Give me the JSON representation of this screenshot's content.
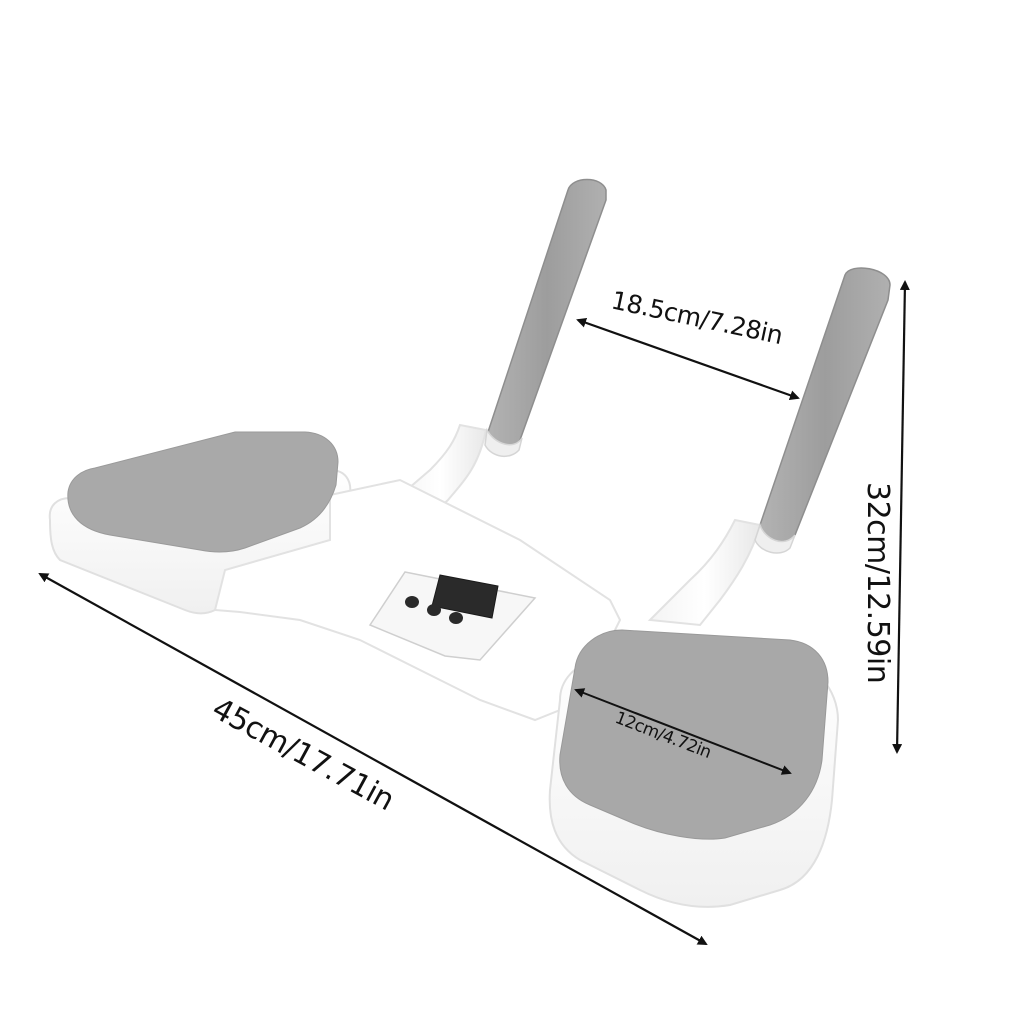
{
  "dimensions": {
    "length": "45cm/17.71in",
    "height": "32cm/12.59in",
    "handle_gap": "18.5cm/7.28in",
    "pad_width": "12cm/4.72in"
  },
  "control_panel": {
    "button_count": 3
  },
  "colors": {
    "body": "#ffffff",
    "body_outline": "#e6e6e6",
    "pad": "#a8a8a8",
    "grip": "#a4a4a4",
    "arrow": "#111111",
    "display": "#2a2a2a"
  }
}
